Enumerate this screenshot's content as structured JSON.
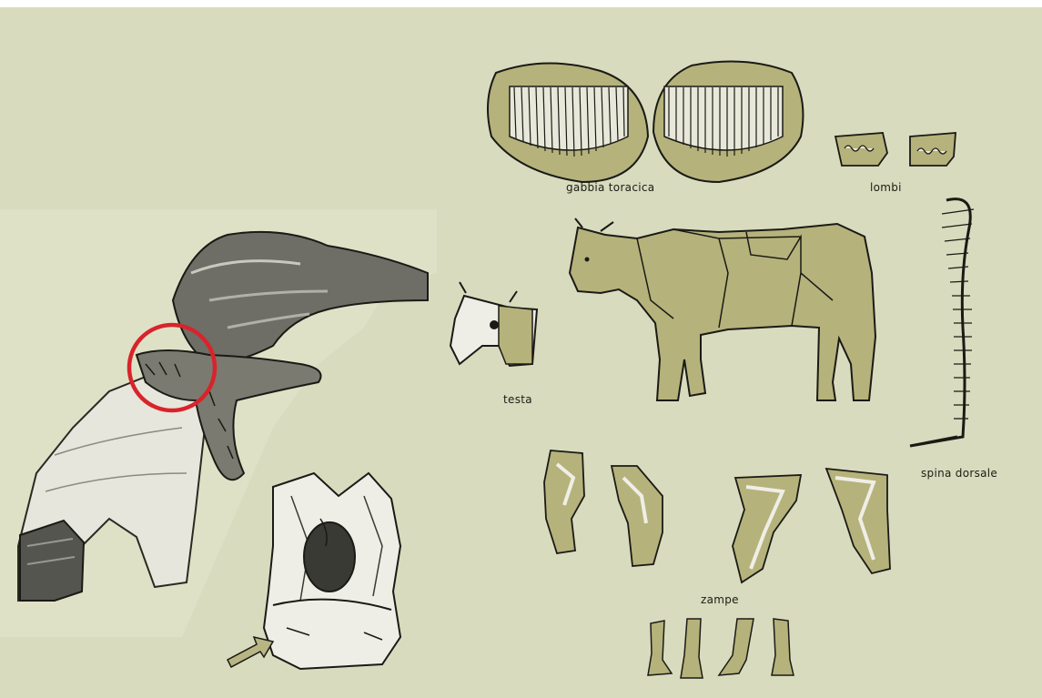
{
  "labels": {
    "rib_cage": "gabbia toracica",
    "loins": "lombi",
    "head": "testa",
    "spine": "spina dorsale",
    "legs": "zampe"
  },
  "colors": {
    "background": "#d8dbbd",
    "part_fill": "#b5b27b",
    "line": "#2a2a22",
    "highlight_circle": "#d9232b",
    "arrow": "#b8b484"
  }
}
